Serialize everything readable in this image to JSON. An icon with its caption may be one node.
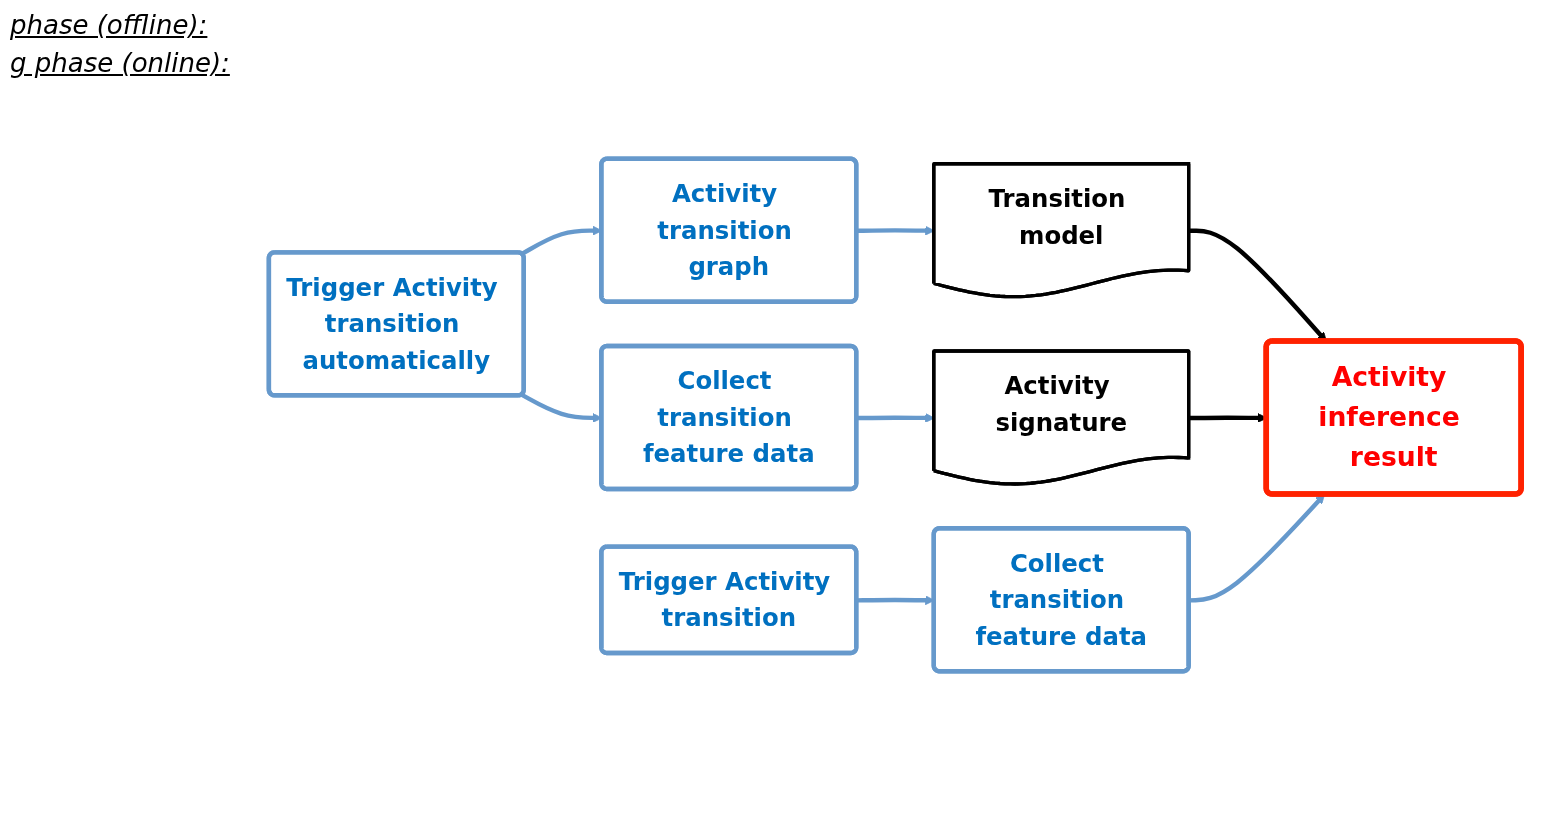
{
  "diagram": {
    "nodes": [
      {
        "text": [
          "Trigger Activity transition automatically"
        ]
      },
      {
        "text": [
          "Activity transition graph"
        ]
      },
      {
        "text": [
          "Collect transition feature data"
        ]
      },
      {
        "text": [
          "Transition model"
        ]
      },
      {
        "text": [
          "Activity signature"
        ]
      },
      {
        "text": [
          "Trigger Activity transition"
        ]
      },
      {
        "text": [
          "Collect transition feature data"
        ]
      },
      {
        "text": [
          "Activity inference result"
        ]
      }
    ],
    "edges": [
      {
        "from": 0,
        "to": 1,
        "arrow": "to"
      },
      {
        "from": 0,
        "to": 2,
        "arrow": "to"
      },
      {
        "from": 1,
        "to": 3,
        "arrow": "to"
      },
      {
        "from": 2,
        "to": 4,
        "arrow": "to"
      },
      {
        "from": 3,
        "to": 7,
        "arrow": "to",
        "color": "#000000"
      },
      {
        "from": 4,
        "to": 7,
        "arrow": "to",
        "color": "#000000"
      },
      {
        "from": 5,
        "to": 6,
        "arrow": "to"
      },
      {
        "from": 6,
        "to": 7,
        "arrow": "to"
      }
    ],
    "labels": [
      "phase (offline):",
      "g phase (online):"
    ]
  }
}
